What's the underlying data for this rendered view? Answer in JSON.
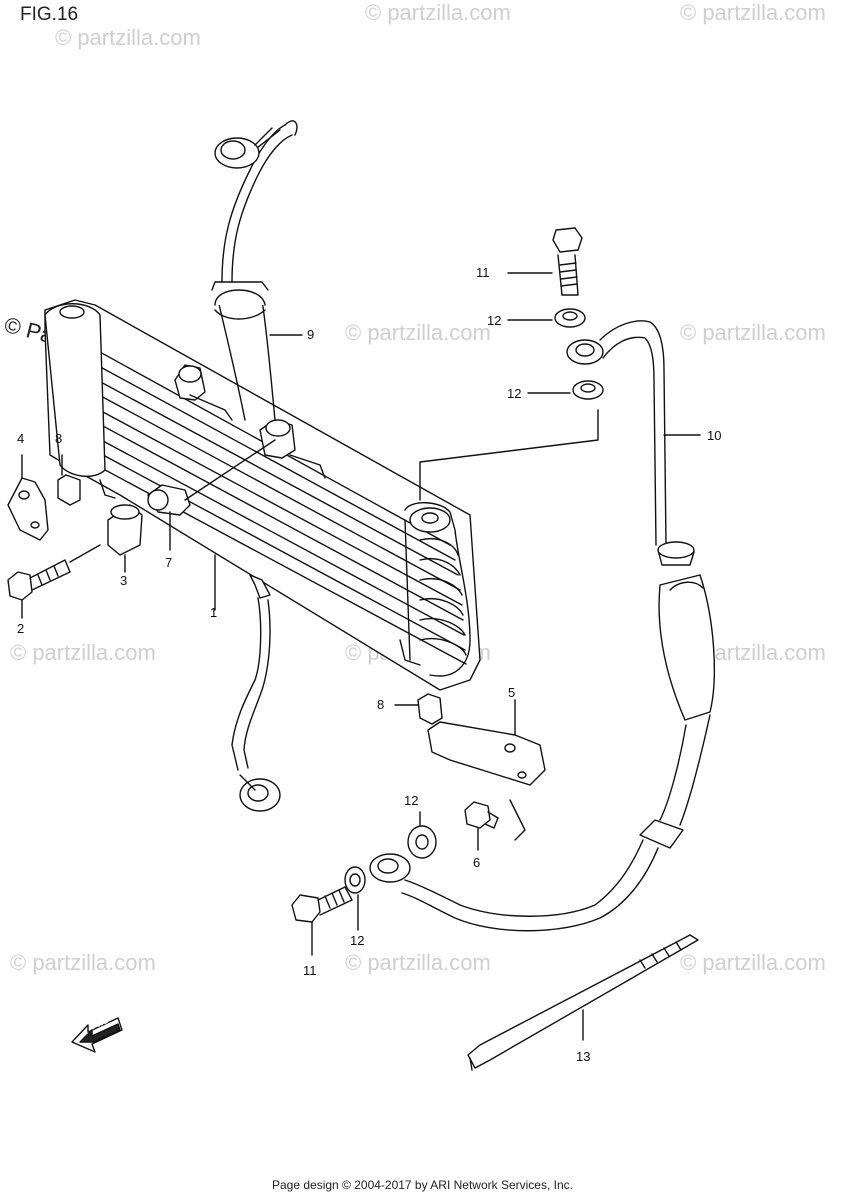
{
  "figure": {
    "title": "FIG.16"
  },
  "watermark": {
    "text": "© Partzilla.com",
    "faint_text": "© partzilla.com",
    "color": "#cfcfcf"
  },
  "callouts": {
    "c1": "1",
    "c2": "2",
    "c3": "3",
    "c4": "4",
    "c5": "5",
    "c6": "6",
    "c7": "7",
    "c8a": "8",
    "c8b": "8",
    "c9": "9",
    "c10": "10",
    "c11a": "11",
    "c11b": "11",
    "c12a": "12",
    "c12b": "12",
    "c12c": "12",
    "c12d": "12",
    "c13": "13"
  },
  "fwd_label": "FWD",
  "footer": {
    "text": "Page design © 2004-2017 by ARI Network Services, Inc."
  }
}
